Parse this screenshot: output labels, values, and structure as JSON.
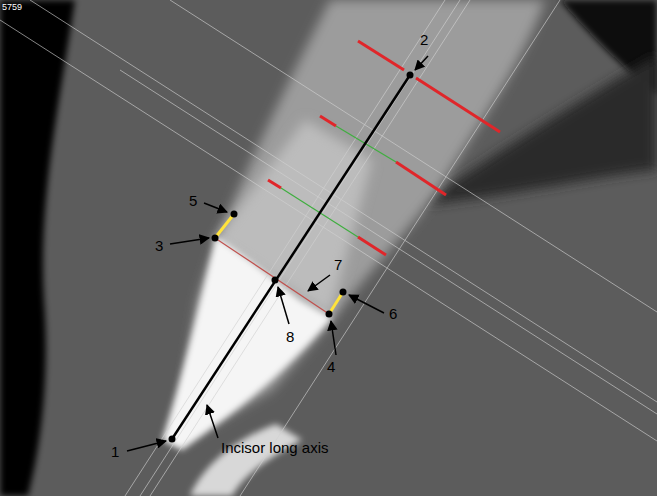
{
  "diagram": {
    "labels": [
      "5759",
      "5",
      "3",
      "2",
      "7",
      "8",
      "6",
      "4",
      "1",
      "Incisor long axis"
    ]
  }
}
